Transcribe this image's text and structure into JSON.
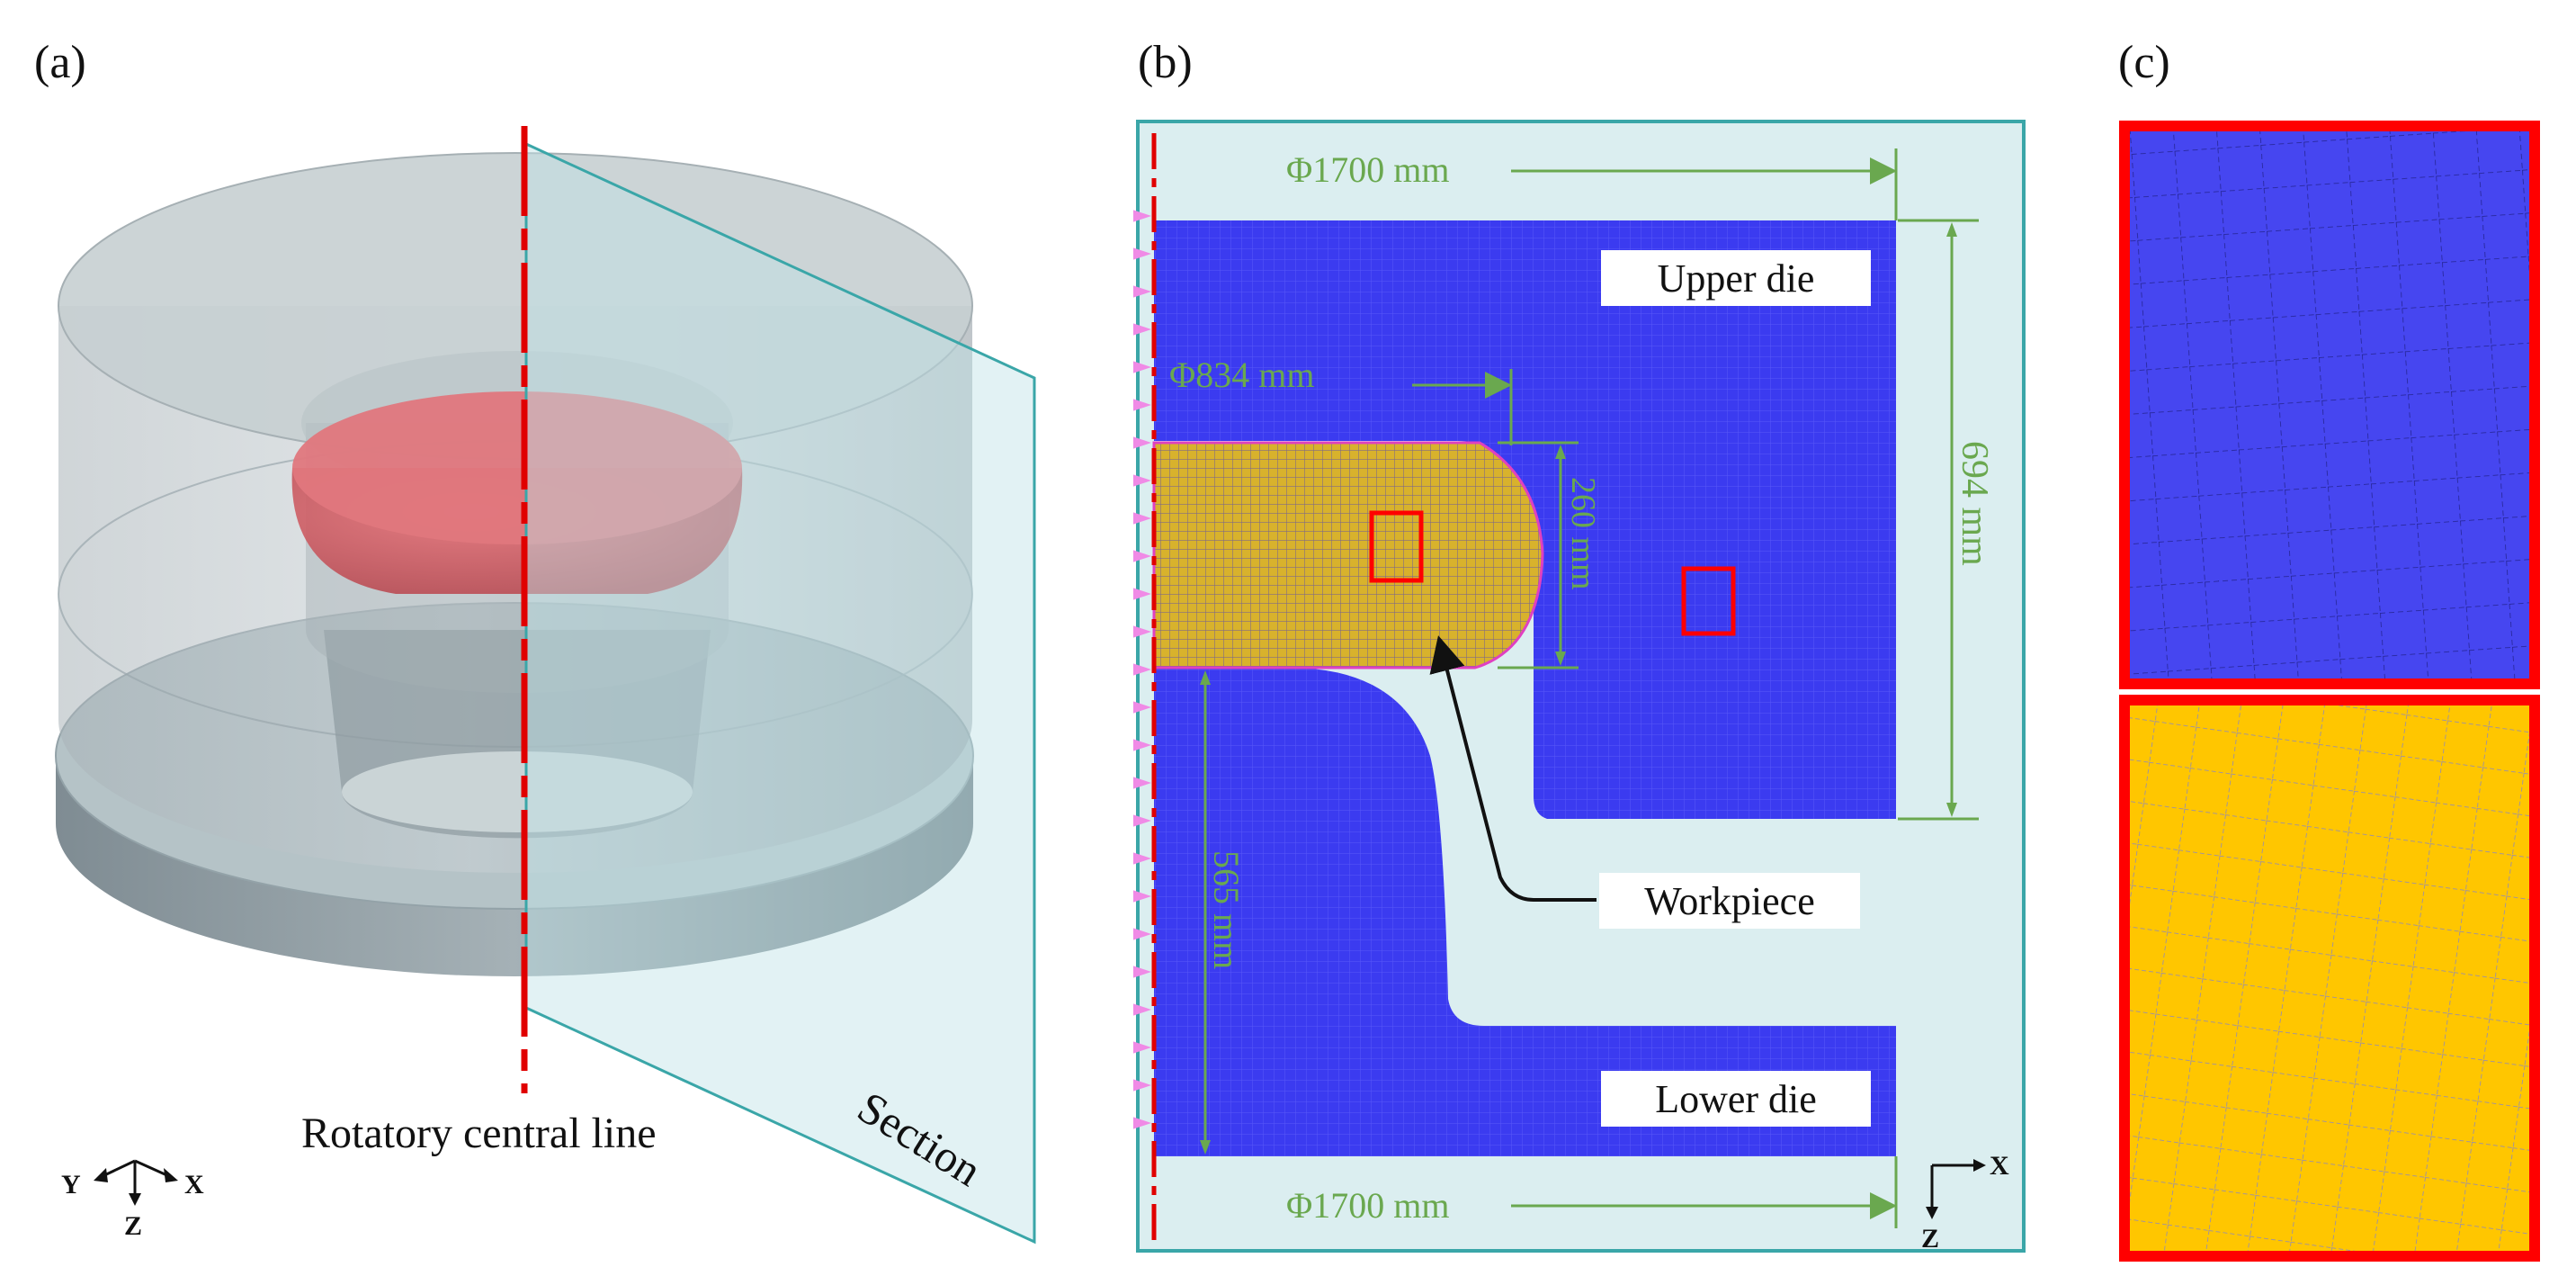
{
  "panels": {
    "a": {
      "label": "(a)",
      "central_line_label": "Rotatory central line",
      "section_label": "Section",
      "axes": {
        "y": "Y",
        "x": "X",
        "z": "Z"
      }
    },
    "b": {
      "label": "(b)",
      "upper_die": "Upper die",
      "lower_die": "Lower die",
      "workpiece": "Workpiece",
      "dim_top": "Φ1700 mm",
      "dim_bottom": "Φ1700 mm",
      "dim_bore": "Φ834 mm",
      "dim_height_upper": "694 mm",
      "dim_height_workpiece": "260 mm",
      "dim_height_lower": "565 mm",
      "axes": {
        "x": "X",
        "z": "Z"
      }
    },
    "c": {
      "label": "(c)"
    }
  },
  "colors": {
    "die_mesh": "#3b3bf0",
    "workpiece_mesh": "#f5c400",
    "dimension": "#6aa84f",
    "highlight": "#ff0000",
    "section_fill": "#dbeef0",
    "section_border": "#3aa6a8",
    "symmetry_marker": "#f08ae6",
    "central_line": "#e00000"
  }
}
